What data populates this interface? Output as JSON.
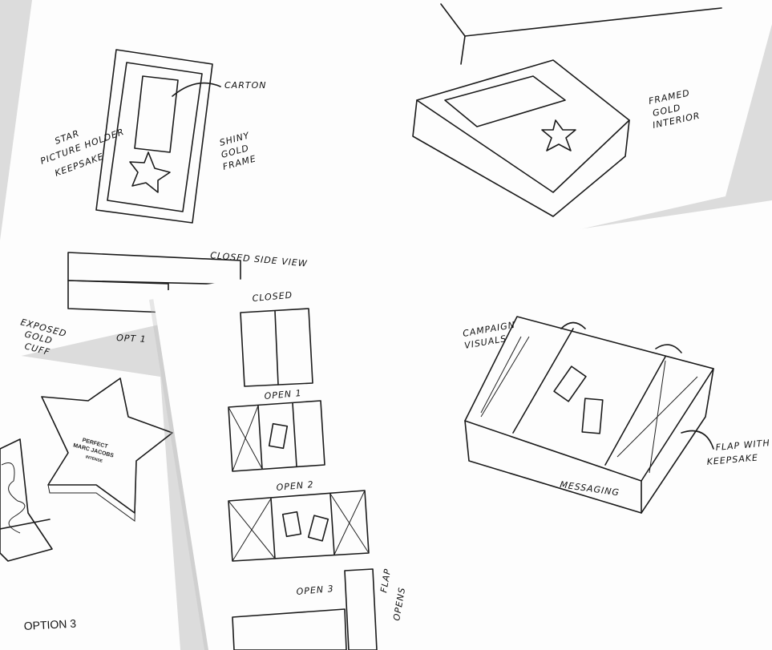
{
  "sheet_top": {
    "carton_label": "CARTON",
    "star_label_1": "STAR",
    "star_label_2": "PICTURE HOLDER",
    "star_label_3": "KEEPSAKE",
    "frame_label_1": "SHINY",
    "frame_label_2": "GOLD",
    "frame_label_3": "FRAME",
    "interior_label_1": "FRAMED",
    "interior_label_2": "GOLD",
    "interior_label_3": "INTERIOR",
    "side_view_label": "CLOSED SIDE VIEW",
    "cuff_label_1": "EXPOSED",
    "cuff_label_2": "GOLD",
    "cuff_label_3": "CUFF",
    "opt_label": "OPT 1"
  },
  "sheet_left": {
    "logo_line_1": "PERFECT",
    "logo_line_2": "MARC JACOBS",
    "logo_line_3": "INTENSE",
    "option_label": "OPTION 3"
  },
  "sheet_front": {
    "closed_label": "CLOSED",
    "open1_label": "OPEN 1",
    "open2_label": "OPEN 2",
    "open3_label": "OPEN 3",
    "flap_opens_1": "FLAP",
    "flap_opens_2": "OPENS",
    "campaign_label_1": "CAMPAIGN",
    "campaign_label_2": "VISUALS",
    "flap_keepsake_1": "FLAP WITH",
    "flap_keepsake_2": "KEEPSAKE",
    "messaging_label": "MESSAGING"
  }
}
